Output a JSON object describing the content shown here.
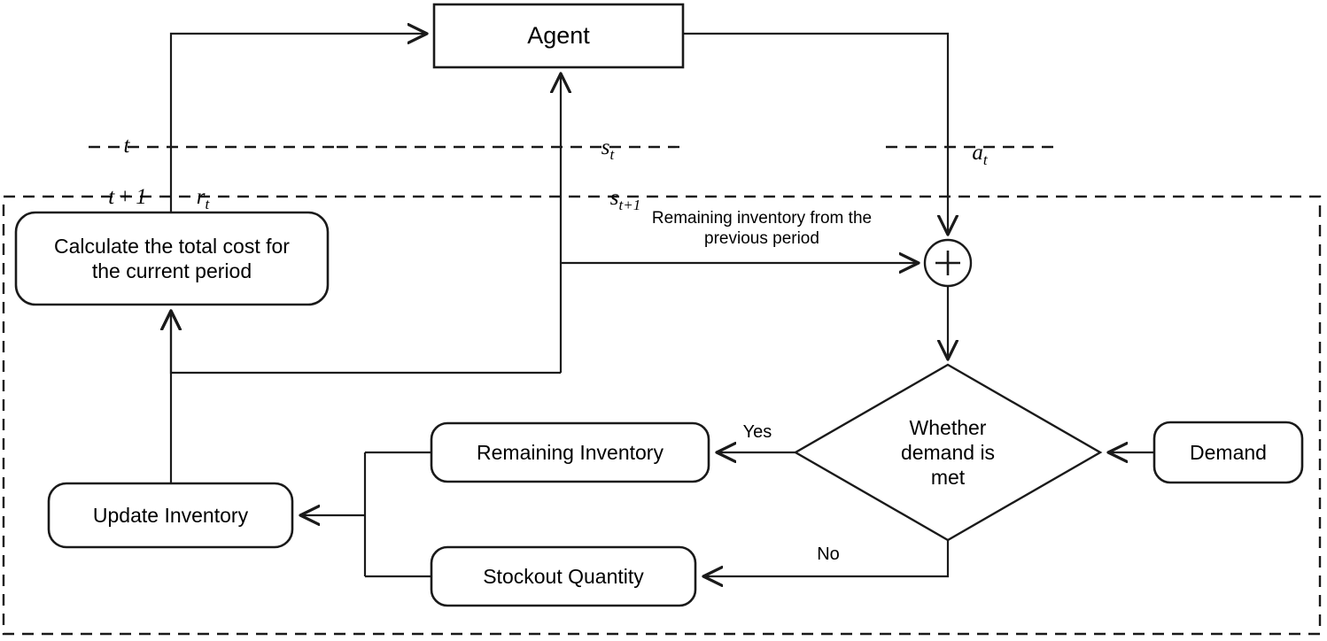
{
  "diagram": {
    "title": "Reinforcement learning inventory management loop",
    "stroke_color": "#1a1a1a",
    "fill_color": "#ffffff",
    "background": "#ffffff"
  },
  "nodes": {
    "agent": {
      "label": "Agent",
      "shape": "rectangle"
    },
    "calculate_cost": {
      "label": "Calculate the total cost for\nthe current period",
      "shape": "rounded-rectangle"
    },
    "update_inventory": {
      "label": "Update Inventory",
      "shape": "rounded-rectangle"
    },
    "remaining_inventory": {
      "label": "Remaining Inventory",
      "shape": "rounded-rectangle"
    },
    "stockout_quantity": {
      "label": "Stockout Quantity",
      "shape": "rounded-rectangle"
    },
    "demand": {
      "label": "Demand",
      "shape": "rounded-rectangle"
    },
    "decision": {
      "label": "Whether\ndemand is\nmet",
      "shape": "diamond"
    },
    "sum_junction": {
      "label": "+",
      "shape": "circle"
    }
  },
  "labels": {
    "time_t": "t",
    "time_t_plus_1": "t + 1",
    "reward": "r_t",
    "state_t": "s_t",
    "state_t_plus_1": "s_t+1",
    "action": "a_t",
    "remaining_from_previous": "Remaining inventory from the\nprevious period",
    "branch_yes": "Yes",
    "branch_no": "No"
  },
  "regions": {
    "environment": "environment-dashed-boundary",
    "timestep_divider": "timestep-dashed-divider"
  }
}
